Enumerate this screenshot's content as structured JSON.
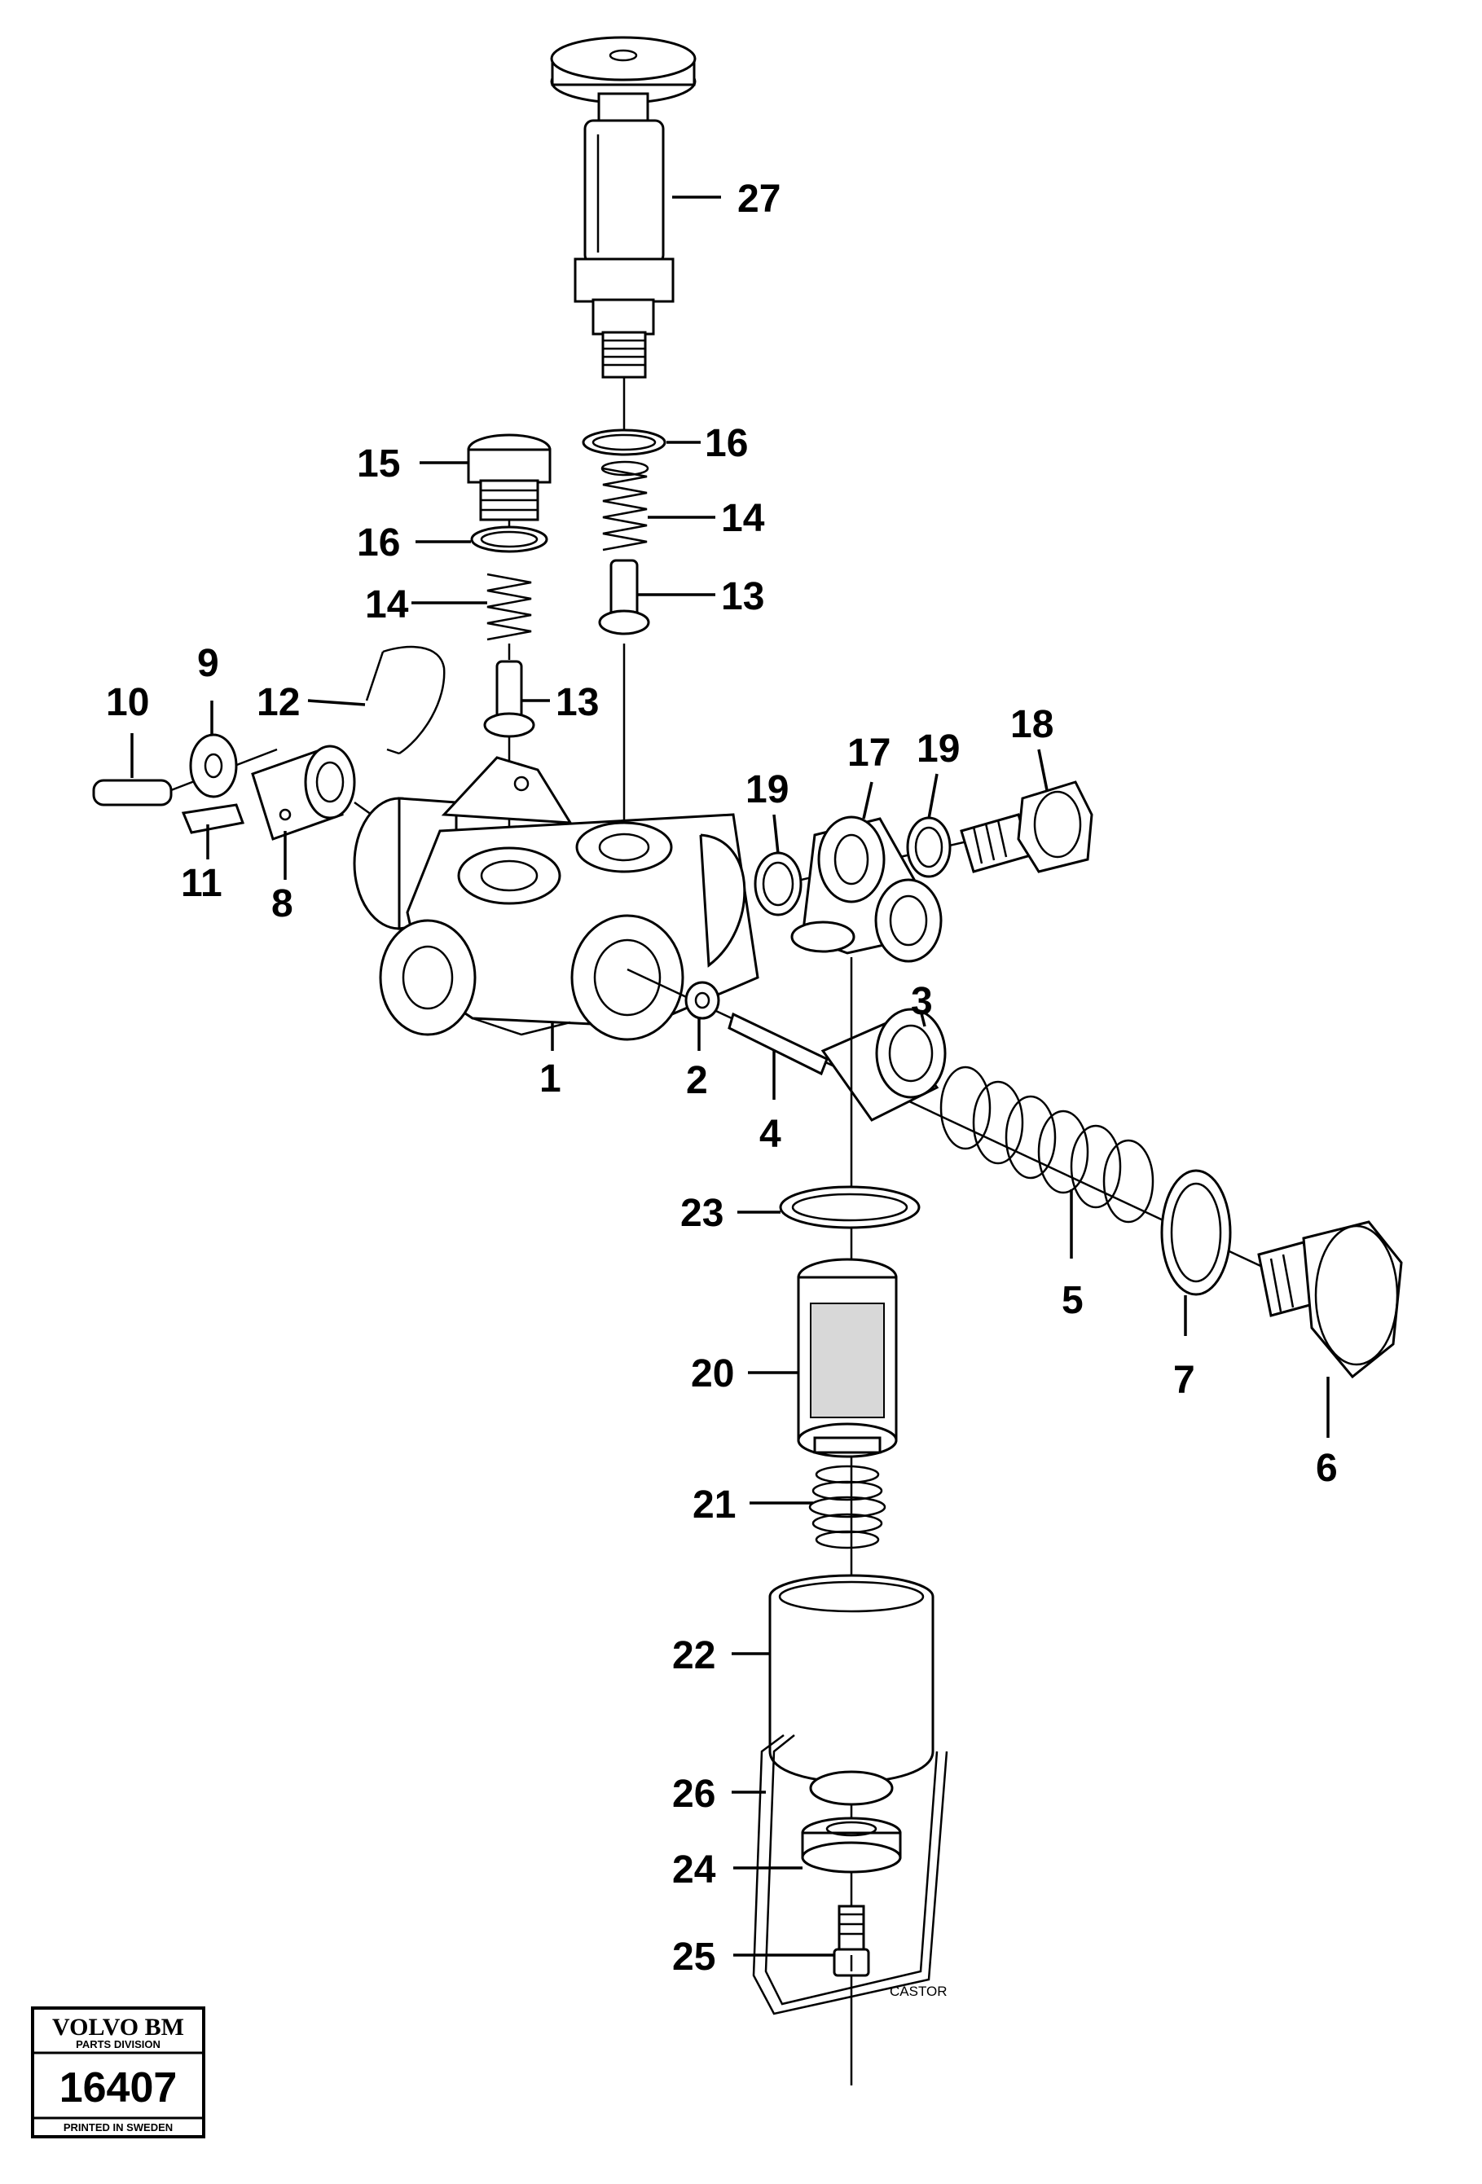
{
  "callouts": [
    {
      "id": "c27",
      "label": "27"
    },
    {
      "id": "c16a",
      "label": "16"
    },
    {
      "id": "c14a",
      "label": "14"
    },
    {
      "id": "c13a",
      "label": "13"
    },
    {
      "id": "c15",
      "label": "15"
    },
    {
      "id": "c16b",
      "label": "16"
    },
    {
      "id": "c14b",
      "label": "14"
    },
    {
      "id": "c13b",
      "label": "13"
    },
    {
      "id": "c10",
      "label": "10"
    },
    {
      "id": "c9",
      "label": "9"
    },
    {
      "id": "c12",
      "label": "12"
    },
    {
      "id": "c11",
      "label": "11"
    },
    {
      "id": "c8",
      "label": "8"
    },
    {
      "id": "c19a",
      "label": "19"
    },
    {
      "id": "c17",
      "label": "17"
    },
    {
      "id": "c19b",
      "label": "19"
    },
    {
      "id": "c18",
      "label": "18"
    },
    {
      "id": "c1",
      "label": "1"
    },
    {
      "id": "c2",
      "label": "2"
    },
    {
      "id": "c4",
      "label": "4"
    },
    {
      "id": "c3",
      "label": "3"
    },
    {
      "id": "c23",
      "label": "23"
    },
    {
      "id": "c5",
      "label": "5"
    },
    {
      "id": "c7",
      "label": "7"
    },
    {
      "id": "c6",
      "label": "6"
    },
    {
      "id": "c20",
      "label": "20"
    },
    {
      "id": "c21",
      "label": "21"
    },
    {
      "id": "c22",
      "label": "22"
    },
    {
      "id": "c26",
      "label": "26"
    },
    {
      "id": "c24",
      "label": "24"
    },
    {
      "id": "c25",
      "label": "25"
    }
  ],
  "stamp": {
    "brand": "VOLVO BM",
    "division": "PARTS DIVISION",
    "number": "16407",
    "footer": "PRINTED IN SWEDEN"
  },
  "caption": "CASTOR"
}
